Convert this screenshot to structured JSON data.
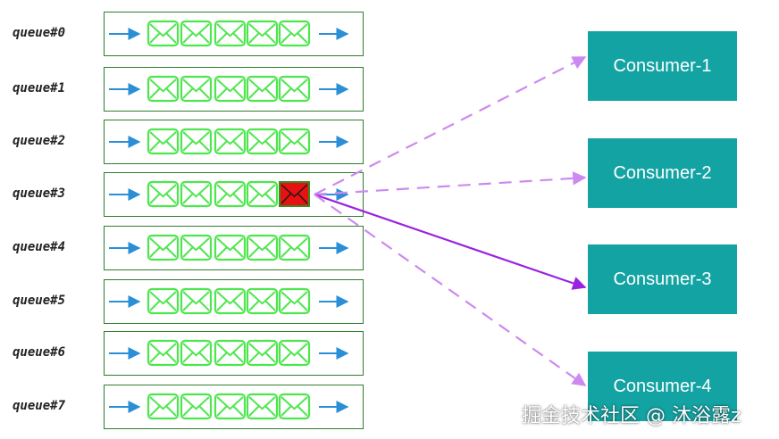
{
  "queues": [
    {
      "label": "queue#0",
      "highlighted_index": -1
    },
    {
      "label": "queue#1",
      "highlighted_index": -1
    },
    {
      "label": "queue#2",
      "highlighted_index": -1
    },
    {
      "label": "queue#3",
      "highlighted_index": 4
    },
    {
      "label": "queue#4",
      "highlighted_index": -1
    },
    {
      "label": "queue#5",
      "highlighted_index": -1
    },
    {
      "label": "queue#6",
      "highlighted_index": -1
    },
    {
      "label": "queue#7",
      "highlighted_index": -1
    }
  ],
  "messages_per_queue": 5,
  "consumers": [
    {
      "label": "Consumer-1",
      "link": "dashed"
    },
    {
      "label": "Consumer-2",
      "link": "dashed"
    },
    {
      "label": "Consumer-3",
      "link": "solid"
    },
    {
      "label": "Consumer-4",
      "link": "dashed"
    }
  ],
  "source_queue_index": 3,
  "watermark": "掘金技术社区 @ 沐浴露z",
  "icons": {
    "message": "envelope-icon",
    "flow": "arrow-right-icon"
  },
  "colors": {
    "queue_border": "#2f7d2f",
    "envelope": "#4ee64e",
    "envelope_highlight_fill": "#e81010",
    "envelope_highlight_border": "#3a8a1f",
    "flow_arrow": "#2a8fd6",
    "consumer_fill": "#14a3a3",
    "consumer_text": "#ffffff",
    "dashed_link": "#cc8af0",
    "solid_link": "#9b22e0"
  }
}
